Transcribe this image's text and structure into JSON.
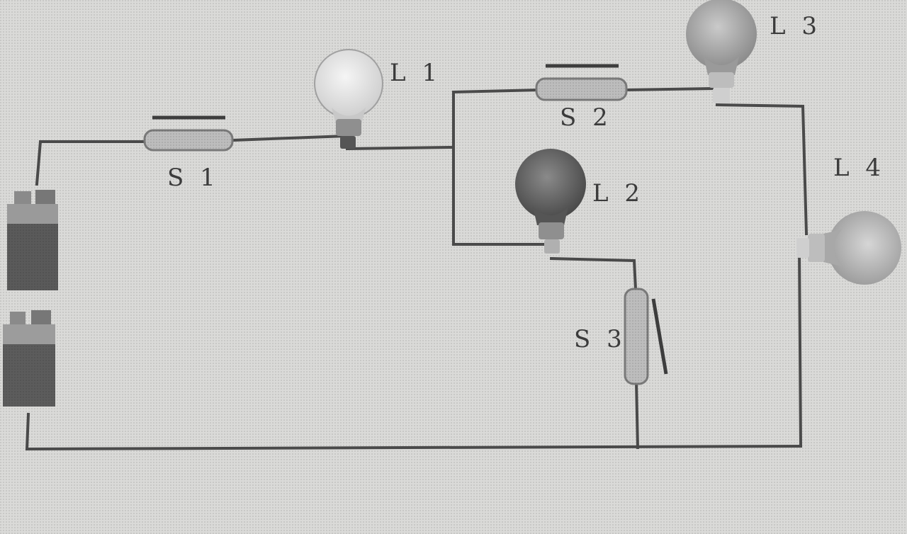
{
  "circuit": {
    "switches": {
      "s1": "S 1",
      "s2": "S 2",
      "s3": "S 3"
    },
    "lamps": {
      "l1": "L 1",
      "l2": "L 2",
      "l3": "L 3",
      "l4": "L 4"
    }
  },
  "caption": "",
  "colors": {
    "paper": "#d9d9d7",
    "wire": "#4a4a4a",
    "label": "#3b3b3b",
    "lamp_l1": "#e6e6e6",
    "lamp_l2": "#6a6a6a",
    "lamp_l3": "#a8a8a8",
    "lamp_l4": "#b5b5b5",
    "battery": "#555555"
  }
}
